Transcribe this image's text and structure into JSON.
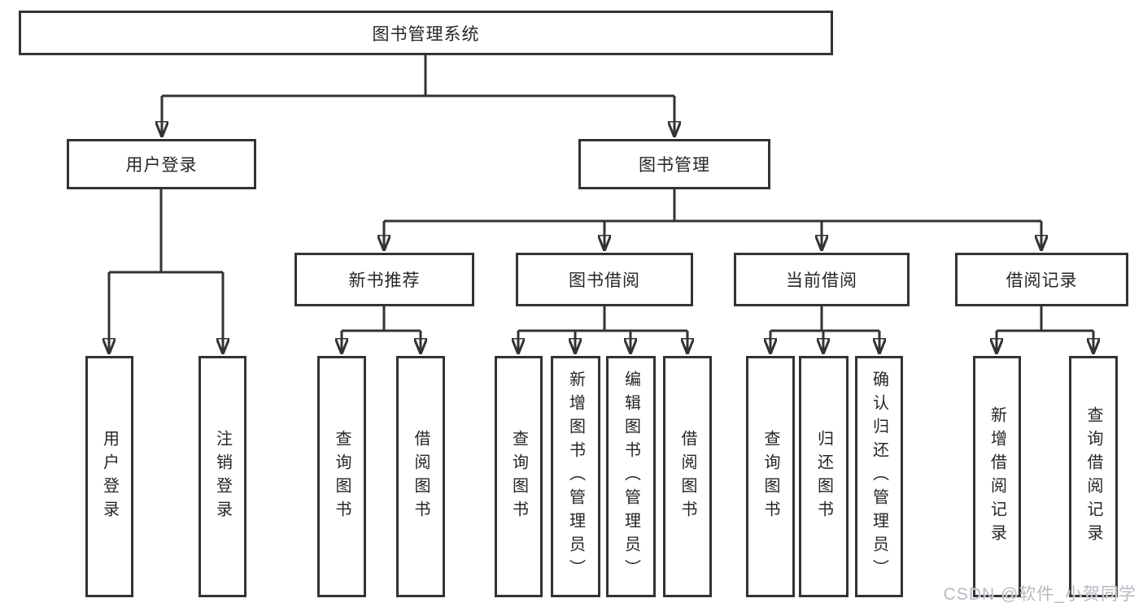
{
  "tree": {
    "label": "图书管理系统",
    "children": [
      {
        "label": "用户登录",
        "children": [
          {
            "label": "用户登录"
          },
          {
            "label": "注销登录"
          }
        ]
      },
      {
        "label": "图书管理",
        "children": [
          {
            "label": "新书推荐",
            "children": [
              {
                "label": "查询图书"
              },
              {
                "label": "借阅图书"
              }
            ]
          },
          {
            "label": "图书借阅",
            "children": [
              {
                "label": "查询图书"
              },
              {
                "label": "新增图书（管理员）"
              },
              {
                "label": "编辑图书（管理员）"
              },
              {
                "label": "借阅图书"
              }
            ]
          },
          {
            "label": "当前借阅",
            "children": [
              {
                "label": "查询图书"
              },
              {
                "label": "归还图书"
              },
              {
                "label": "确认归还（管理员）"
              }
            ]
          },
          {
            "label": "借阅记录",
            "children": [
              {
                "label": "新增借阅记录"
              },
              {
                "label": "查询借阅记录"
              }
            ]
          }
        ]
      }
    ]
  },
  "watermark": {
    "text": "CSDN @软件_小贺同学"
  },
  "colors": {
    "line": "#333333",
    "box_border": "#333333",
    "text": "#262626",
    "watermark": "#b6bac1",
    "background": "#ffffff"
  }
}
